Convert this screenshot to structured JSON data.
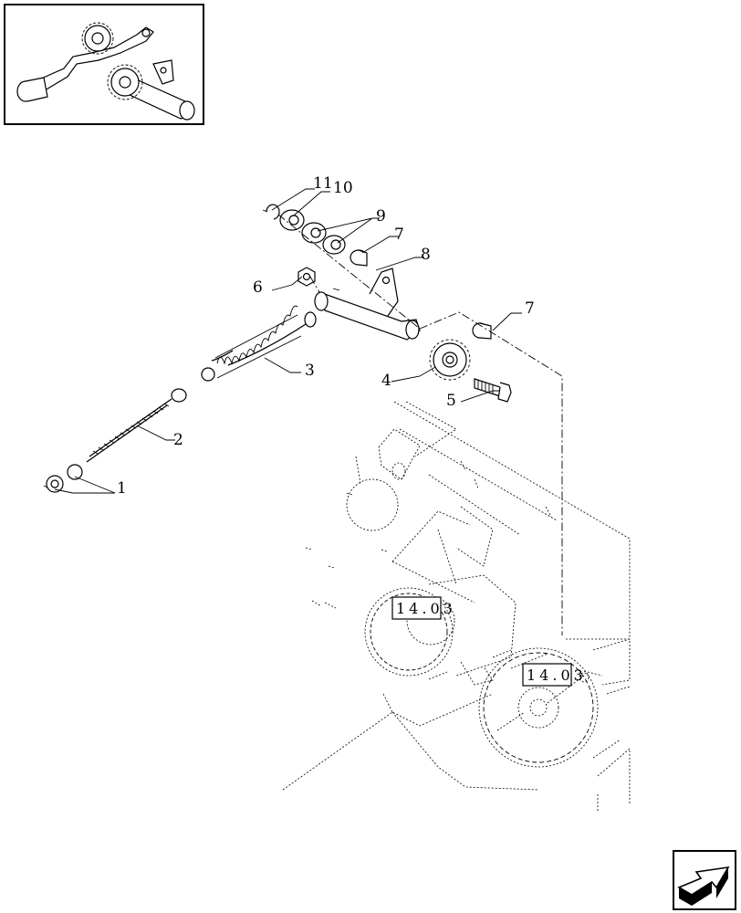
{
  "callouts": {
    "c1": "1",
    "c2": "2",
    "c3": "3",
    "c4": "4",
    "c5": "5",
    "c6": "6",
    "c7a": "7",
    "c7b": "7",
    "c8": "8",
    "c9": "9",
    "c10": "10",
    "c11": "11"
  },
  "references": {
    "ref_a": "14.03",
    "ref_b": "14.03"
  }
}
